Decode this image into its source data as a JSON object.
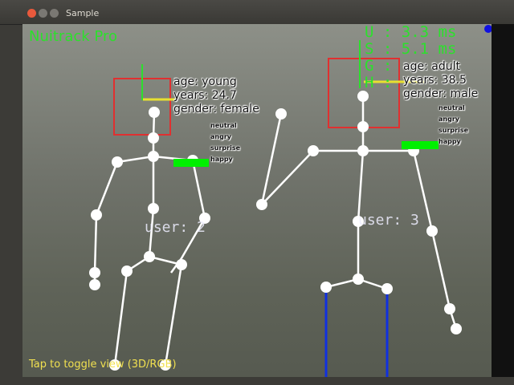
{
  "window": {
    "title": "Sample"
  },
  "overlay": {
    "brand": "Nuitrack Pro",
    "timings": [
      "U : 3.3 ms",
      "S : 5.1 ms",
      "G :",
      "H :"
    ],
    "hint": "Tap to toggle view (3D/RGB)",
    "status_dot_color": "#1010e0"
  },
  "users": [
    {
      "label": "user: 2",
      "age": "age: young",
      "years": "years: 24.7",
      "gender": "gender: female",
      "emotions": [
        "neutral",
        "angry",
        "surprise",
        "happy"
      ]
    },
    {
      "label": "user: 3",
      "age": "age: adult",
      "years": "years: 38.5",
      "gender": "gender: male",
      "emotions": [
        "neutral",
        "angry",
        "surprise",
        "happy"
      ]
    }
  ],
  "colors": {
    "face_box": "#e03030",
    "joint": "#ffffff",
    "bone": "#ffffff",
    "text_green": "#2ce02c",
    "hint": "#f0e050"
  }
}
